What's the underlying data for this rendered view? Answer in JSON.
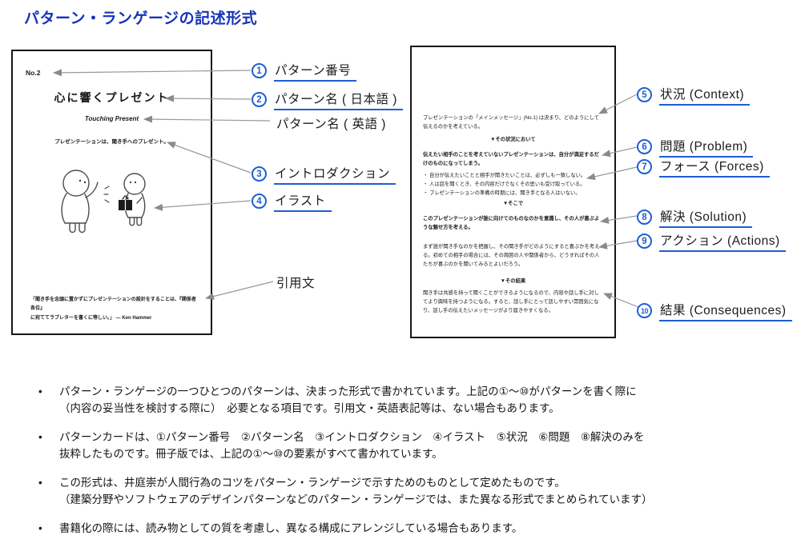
{
  "page": {
    "title": "パターン・ランゲージの記述形式"
  },
  "colors": {
    "heading_blue": "#1633b8",
    "annotation_blue": "#1e5ed2",
    "arrow_gray": "#999999",
    "card_border": "#161616"
  },
  "left_card": {
    "number": "No.2",
    "title_ja": "心に響くプレゼント",
    "title_en": "Touching Present",
    "introduction": "プレゼンテーションは、聞き手へのプレゼント。",
    "quote_line1": "「聞き手を念頭に置かずにプレゼンテーションの設計をすることは、『関係者各位』",
    "quote_line2": "に宛ててラブレターを書くに等しい。」 — Ken Hammer"
  },
  "right_card": {
    "context": "プレゼンテーションの「メインメッセージ」(No.1) は決まり、どのようにして伝えるのかを考えている。",
    "marker_context": "▼その状況において",
    "problem": "伝えたい相手のことを考えていないプレゼンテーションは、自分が満足するだけのものになってしまう。",
    "forces": [
      "・ 自分が伝えたいことと相手が聞きたいことは、必ずしも一致しない。",
      "・ 人は話を聞くとき、その内容だけでなくその思いも受け取っている。",
      "・ プレゼンテーションの準備の時期には、聞き手となる人はいない。"
    ],
    "marker_solution": "▼そこで",
    "solution": "このプレゼンテーションが誰に向けてのものなのかを意識し、その人が喜ぶような魅せ方を考える。",
    "actions": "まず誰が聞き手なのかを把握し、その聞き手がどのようにすると喜ぶかを考える。初めての相手の場合には、その周囲の人や関係者から、どうすればその人たちが喜ぶのかを聞いてみるとよいだろう。",
    "marker_result": "▼その結果",
    "consequences": "聞き手は共感を持って聞くことができるようになるので、内容や話し手に対してより興味を持つようになる。すると、話し手にとって話しやすい雰囲気になり、話し手の伝えたいメッセージがより届きやすくなる。"
  },
  "annotations": {
    "left": [
      {
        "num": "1",
        "label": "パターン番号"
      },
      {
        "num": "2",
        "label": "パターン名 ( 日本語 )"
      },
      {
        "num": "",
        "label": "パターン名 ( 英語 )"
      },
      {
        "num": "3",
        "label": "イントロダクション"
      },
      {
        "num": "4",
        "label": "イラスト"
      },
      {
        "num": "",
        "label": "引用文"
      }
    ],
    "right": [
      {
        "num": "5",
        "label": "状況 (Context)"
      },
      {
        "num": "6",
        "label": "問題 (Problem)"
      },
      {
        "num": "7",
        "label": "フォース (Forces)"
      },
      {
        "num": "8",
        "label": "解決 (Solution)"
      },
      {
        "num": "9",
        "label": "アクション (Actions)"
      },
      {
        "num": "10",
        "label": "結果 (Consequences)"
      }
    ]
  },
  "footer": {
    "bullet_char": "•",
    "bullets": [
      {
        "lines": [
          "パターン・ランゲージの一つひとつのパターンは、決まった形式で書かれています。上記の①～⑩がパターンを書く際に",
          "（内容の妥当性を検討する際に）　必要となる項目です。引用文・英語表記等は、ない場合もあります。"
        ]
      },
      {
        "lines": [
          "パターンカードは、①パターン番号　②パターン名　③イントロダクション　④イラスト　⑤状況　⑥問題　⑧解決のみを",
          "抜粋したものです。冊子版では、上記の①～⑩の要素がすべて書かれています。"
        ]
      },
      {
        "lines": [
          "この形式は、井庭崇が人間行為のコツをパターン・ランゲージで示すためのものとして定めたものです。",
          "（建築分野やソフトウェアのデザインパターンなどのパターン・ランゲージでは、また異なる形式でまとめられています）"
        ]
      },
      {
        "lines": [
          "書籍化の際には、読み物としての質を考慮し、異なる構成にアレンジしている場合もあります。"
        ]
      }
    ]
  }
}
